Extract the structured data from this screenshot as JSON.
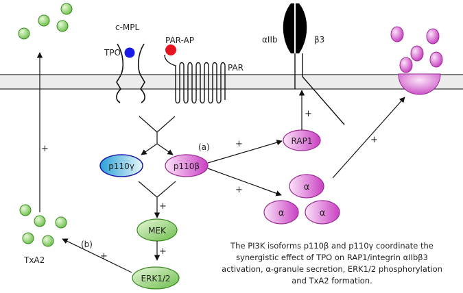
{
  "labels": {
    "c_mpl": "c-MPL",
    "tpo": "TPO",
    "par_ap": "PAR-AP",
    "par": "PAR",
    "aiib": "αIIb",
    "b3": "β3",
    "p110g": "p110γ",
    "p110b": "p110β",
    "a_mark": "(a)",
    "b_mark": "(b)",
    "rap1": "RAP1",
    "mek": "MEK",
    "erk": "ERK1/2",
    "txa2": "TxA2",
    "alpha": "α",
    "plus": "+"
  },
  "caption": [
    "The PI3K isoforms p110β and p110γ coordinate the",
    "synergistic effect of TPO on RAP1/integrin αIIbβ3",
    "activation, α-granule secretion, ERK1/2 phosphorylation",
    "and TxA2 formation."
  ],
  "colors": {
    "membrane": "#ececec",
    "green": "#8fd16a",
    "magenta": "#d75ad0",
    "blue_ball": "#1a1ae6",
    "red_ball": "#e6141e",
    "p110g": "#3fb0d8"
  }
}
